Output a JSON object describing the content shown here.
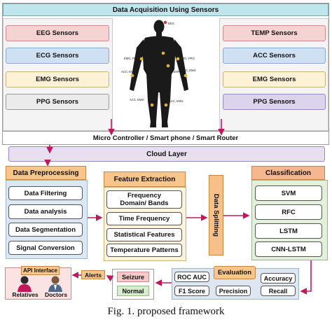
{
  "title": "Data Acquisition Using Sensors",
  "left_sensors": [
    "EEG Sensors",
    "ECG Sensors",
    "EMG Sensors",
    "PPG Sensors"
  ],
  "right_sensors": [
    "TEMP Sensors",
    "ACC Sensors",
    "EMG Sensors",
    "PPG Sensors"
  ],
  "body_labels": [
    "EEG",
    "ECG",
    "EMG, PPG",
    "EMG, PPG",
    "TEMP",
    "ACC, EMG",
    "ACC, EMG",
    "ACC, EMG",
    "ACC, EMG"
  ],
  "micro_controller": "Micro Controller  /  Smart phone / Smart Router",
  "cloud_layer": "Cloud Layer",
  "preprocessing": {
    "title": "Data Preprocessing",
    "items": [
      "Data Filtering",
      "Data analysis",
      "Data Segmentation",
      "Signal Conversion"
    ]
  },
  "feature_extraction": {
    "title": "Feature Extraction",
    "items": [
      "Frequency Domain/ Bands",
      "Time Frequency",
      "Statistical Features",
      "Temperature Patterns"
    ]
  },
  "data_splitting": "Data Splitting",
  "classification": {
    "title": "Classification",
    "items": [
      "SVM",
      "RFC",
      "LSTM",
      "CNN-LSTM"
    ]
  },
  "evaluation": {
    "title": "Evaluation",
    "items": [
      "ROC AUC",
      "Accuracy",
      "F1 Score",
      "Precision",
      "Recall"
    ]
  },
  "outputs": {
    "seizure": "Seizure",
    "normal": "Normal"
  },
  "alerts": "Alerts",
  "api_interface": "API Interface",
  "relatives": "Relatives",
  "doctors": "Doctors",
  "caption": "Fig. 1.   proposed framework",
  "colors": {
    "red_sensor": "#f6d3d3",
    "blue_sensor": "#cfe0f2",
    "yellow_sensor": "#fdf2d6",
    "grey_sensor": "#ebebeb",
    "purple_sensor": "#dcd3ec",
    "arrow": "#c2185b",
    "header_orange": "#f8c58b",
    "panel_blue": "#dbe7f3",
    "panel_green": "#e3f0da",
    "panel_yellow": "#fdf3dc",
    "splitting": "#f5c08a",
    "seizure": "#f7c9c9",
    "normal": "#d8ecd0",
    "evaluation_panel": "#dde6f3",
    "cloud": "#e7dff0"
  }
}
